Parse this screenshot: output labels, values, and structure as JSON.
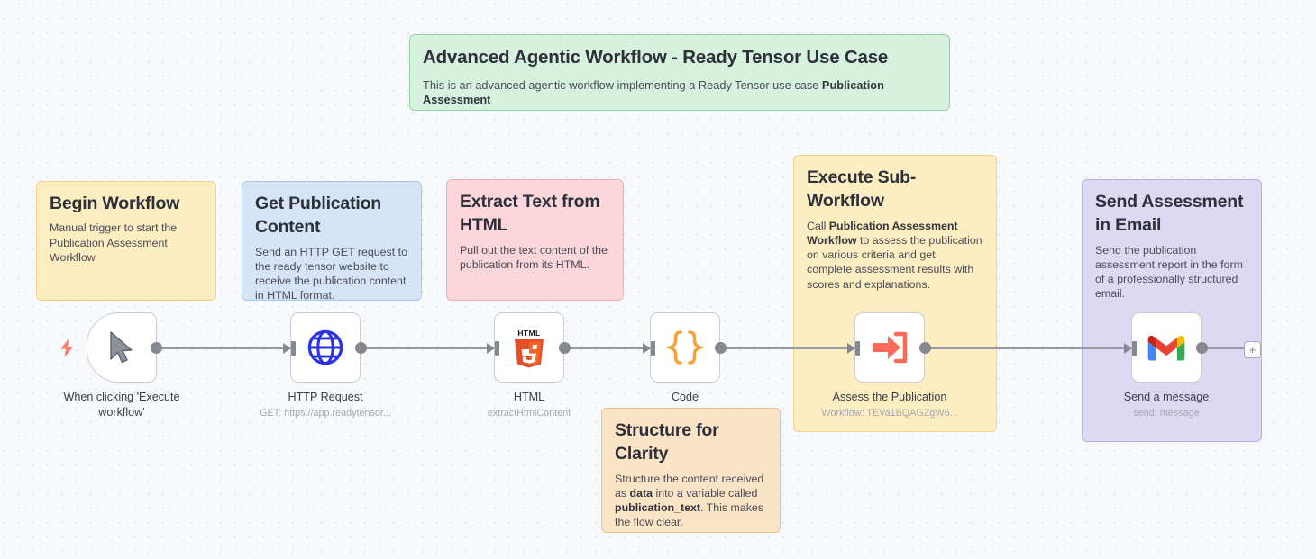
{
  "canvas": {
    "background_color": "#f8f9fc",
    "grid_dot_color": "#e3e5ec"
  },
  "header_note": {
    "title": "Advanced Agentic Workflow - Ready Tensor Use Case",
    "body_prefix": "This is an advanced agentic workflow implementing a Ready Tensor use case ",
    "body_bold": "Publication Assessment",
    "color": "#d6f2de",
    "border_color": "#8fd3a6"
  },
  "notes": [
    {
      "id": "begin-workflow",
      "title": "Begin Workflow",
      "body": "Manual trigger to start the Publication Assessment Workflow",
      "color": "#fdeec2",
      "border_color": "#f0d38a"
    },
    {
      "id": "get-publication-content",
      "title": "Get Publication Content",
      "body": "Send an HTTP GET request to the ready tensor website to receive the publication content in HTML format.",
      "color": "#d5e5f7",
      "border_color": "#a7c6e8"
    },
    {
      "id": "extract-text-from-html",
      "title": "Extract Text from HTML",
      "body": "Pull out the text content of the publication from its HTML.",
      "color": "#fbd7dc",
      "border_color": "#f0aeb7"
    },
    {
      "id": "structure-for-clarity",
      "title": "Structure for Clarity",
      "body_part1": "Structure the content received as ",
      "body_bold1": "data",
      "body_part2": " into a variable called ",
      "body_bold2": "publication_text",
      "body_part3": ". This makes the flow clear.",
      "color": "#fbe3c6",
      "border_color": "#edc08a"
    },
    {
      "id": "execute-sub-workflow",
      "title": "Execute Sub-Workflow",
      "body_part1": "Call ",
      "body_bold1": "Publication Assessment Workflow",
      "body_part2": " to assess the publication on various criteria and get complete assessment results with scores and explanations.",
      "color": "#fdeec2",
      "border_color": "#f0d38a"
    },
    {
      "id": "send-assessment-in-email",
      "title": "Send Assessment in Email",
      "body": "Send the publication assessment report in the form of a professionally structured email.",
      "color": "#ddd9f3",
      "border_color": "#b6aee3"
    }
  ],
  "nodes": [
    {
      "id": "manual-trigger",
      "icon": "cursor-pointer-icon",
      "label": "When clicking 'Execute workflow'",
      "sublabel": "",
      "has_trigger_bolt": true,
      "bolt_color": "#fd7a6a"
    },
    {
      "id": "http-request",
      "icon": "globe-icon",
      "label": "HTTP Request",
      "sublabel": "GET: https://app.readytensor...",
      "icon_color": "#2b32e0"
    },
    {
      "id": "html",
      "icon": "html5-icon",
      "label": "HTML",
      "sublabel": "extractHtmlContent",
      "icon_color": "#e34f26"
    },
    {
      "id": "code",
      "icon": "curly-braces-icon",
      "label": "Code",
      "sublabel": "",
      "icon_color": "#f6a23c"
    },
    {
      "id": "execute-workflow",
      "icon": "arrow-into-bracket-icon",
      "label": "Assess the Publication",
      "sublabel": "Workflow: TEVa1BQAGZgW6...",
      "icon_color": "#fb6a5a"
    },
    {
      "id": "gmail",
      "icon": "gmail-icon",
      "label": "Send a message",
      "sublabel": "send: message"
    }
  ],
  "add_node_button": {
    "label": "+"
  }
}
